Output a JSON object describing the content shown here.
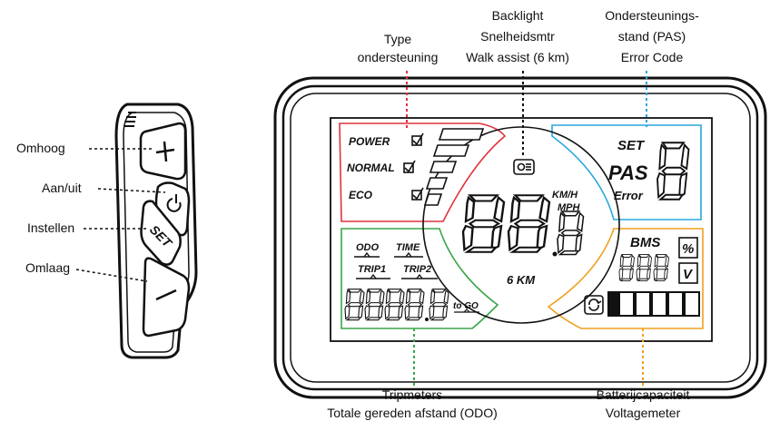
{
  "colors": {
    "outline": "#111111",
    "type_zone": "#e0323c",
    "pas_zone": "#2aa7de",
    "trip_zone": "#3aa648",
    "battery_zone": "#f0a020"
  },
  "remote": {
    "buttons": [
      {
        "label": "Omhoog",
        "icon": "plus-icon"
      },
      {
        "label": "Aan/uit",
        "icon": "power-icon"
      },
      {
        "label": "Instellen",
        "icon": "set-icon",
        "text": "SET"
      },
      {
        "label": "Omlaag",
        "icon": "minus-icon"
      }
    ]
  },
  "callouts": {
    "type": [
      "Type",
      "ondersteuning"
    ],
    "backlight": [
      "Backlight",
      "Snelheidsmtr",
      "Walk assist (6 km)"
    ],
    "pas": [
      "Ondersteunings-",
      "stand (PAS)",
      "Error Code"
    ],
    "trip": [
      "Tripmeters",
      "Totale gereden afstand (ODO)"
    ],
    "battery": [
      "Batterijcapaciteit",
      "Voltagemeter"
    ]
  },
  "display": {
    "modes": [
      "POWER",
      "NORMAL",
      "ECO"
    ],
    "set": "SET",
    "pas": "PAS",
    "error": "Error",
    "speed_units": [
      "KM/H",
      "MPH"
    ],
    "walk": "6 KM",
    "odo": "ODO",
    "time": "TIME",
    "trip1": "TRIP1",
    "trip2": "TRIP2",
    "to_go": "to GO",
    "bms": "BMS",
    "percent": "%",
    "volt": "V"
  }
}
